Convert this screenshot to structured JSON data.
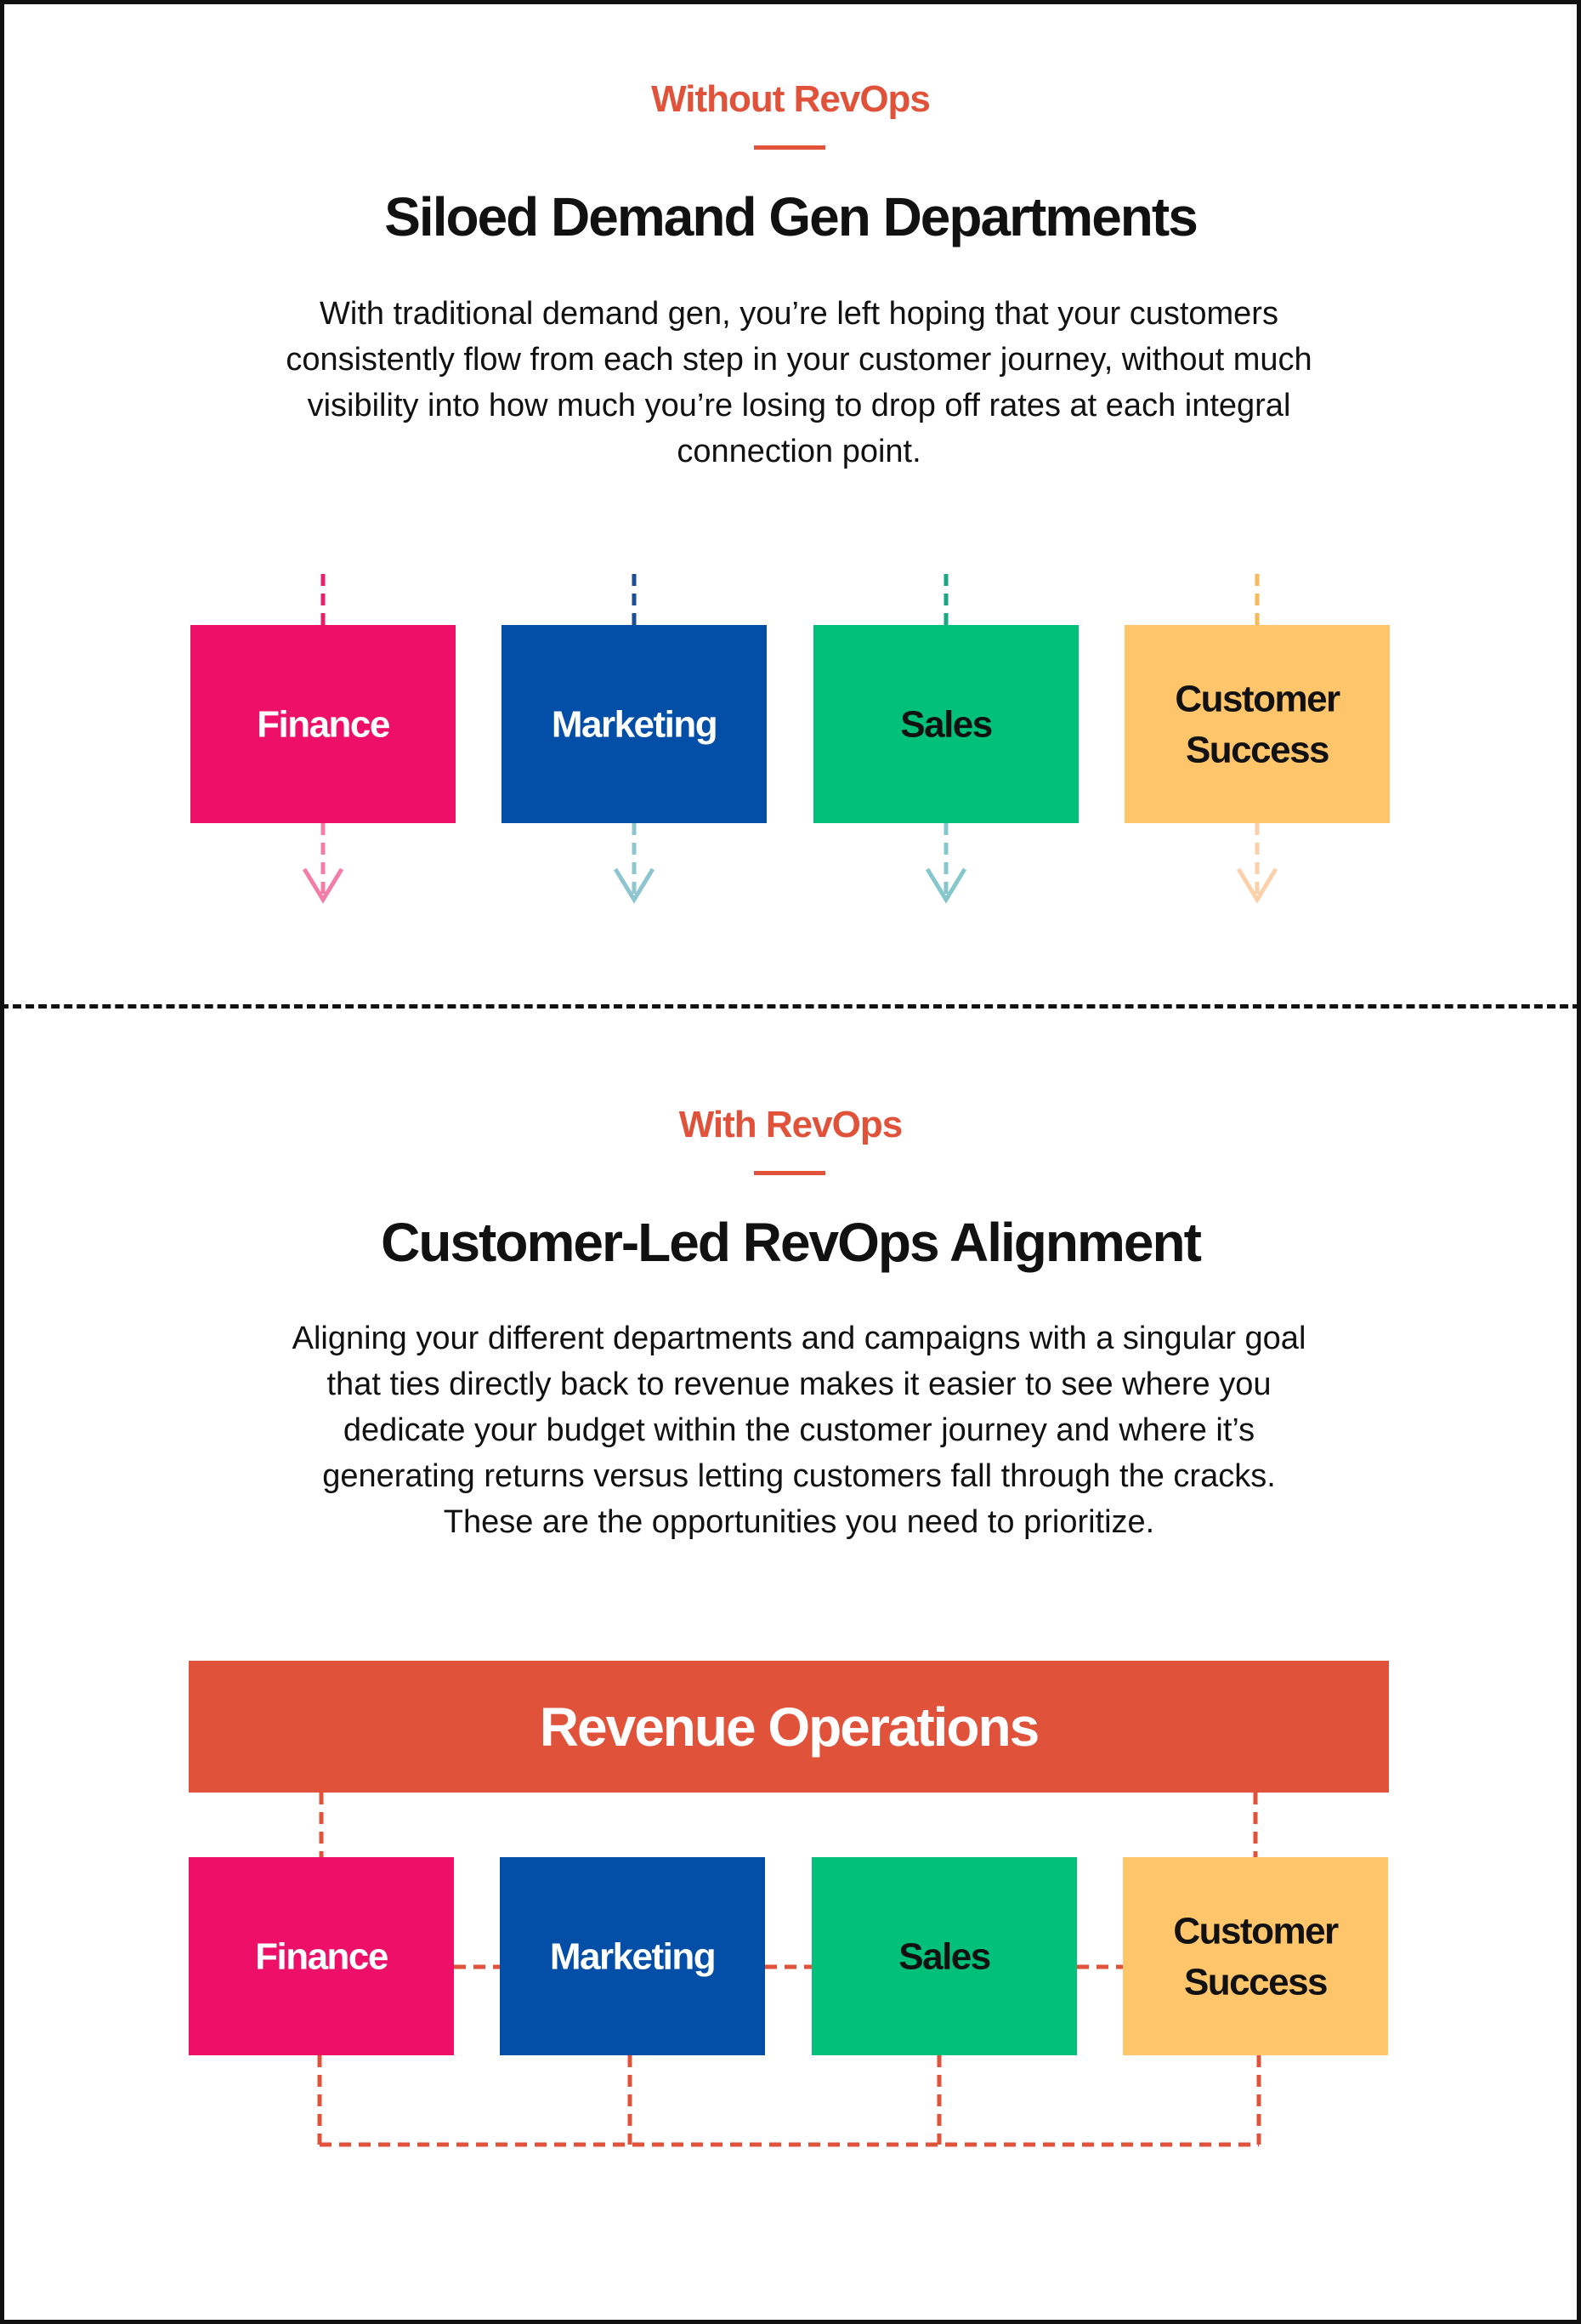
{
  "without": {
    "eyebrow": "Without RevOps",
    "title": "Siloed Demand Gen Departments",
    "body": "With traditional demand gen, you’re left hoping that your customers consistently flow from each step in your customer journey, without much visibility into how much you’re losing to drop off rates at each integral connection point."
  },
  "with": {
    "eyebrow": "With RevOps",
    "title": "Customer-Led RevOps Alignment",
    "body": "Aligning your different departments and campaigns with a singular goal that ties directly back to revenue makes it easier to see where you dedicate your budget within the customer journey and where it’s generating returns versus letting customers fall through the cracks. These are the opportunities you need to prioritize."
  },
  "revops_bar": {
    "label": "Revenue Operations",
    "color": "#e0523a"
  },
  "departments": [
    {
      "id": "finance",
      "lines": [
        "Finance"
      ],
      "color": "#ee0f68",
      "text_color": "#ffffff",
      "arrow_in": "#e6206c",
      "arrow_out": "#f47da6"
    },
    {
      "id": "marketing",
      "lines": [
        "Marketing"
      ],
      "color": "#034ea7",
      "text_color": "#ffffff",
      "arrow_in": "#1b4e96",
      "arrow_out": "#8fc5cf"
    },
    {
      "id": "sales",
      "lines": [
        "Sales"
      ],
      "color": "#01c07a",
      "text_color": "#111111",
      "arrow_in": "#1aa884",
      "arrow_out": "#86c7cc"
    },
    {
      "id": "customer-success",
      "lines": [
        "Customer",
        "Success"
      ],
      "color": "#fec56b",
      "text_color": "#111111",
      "arrow_in": "#f8b85c",
      "arrow_out": "#fbd0aa"
    }
  ],
  "connector_color": "#e0523a"
}
